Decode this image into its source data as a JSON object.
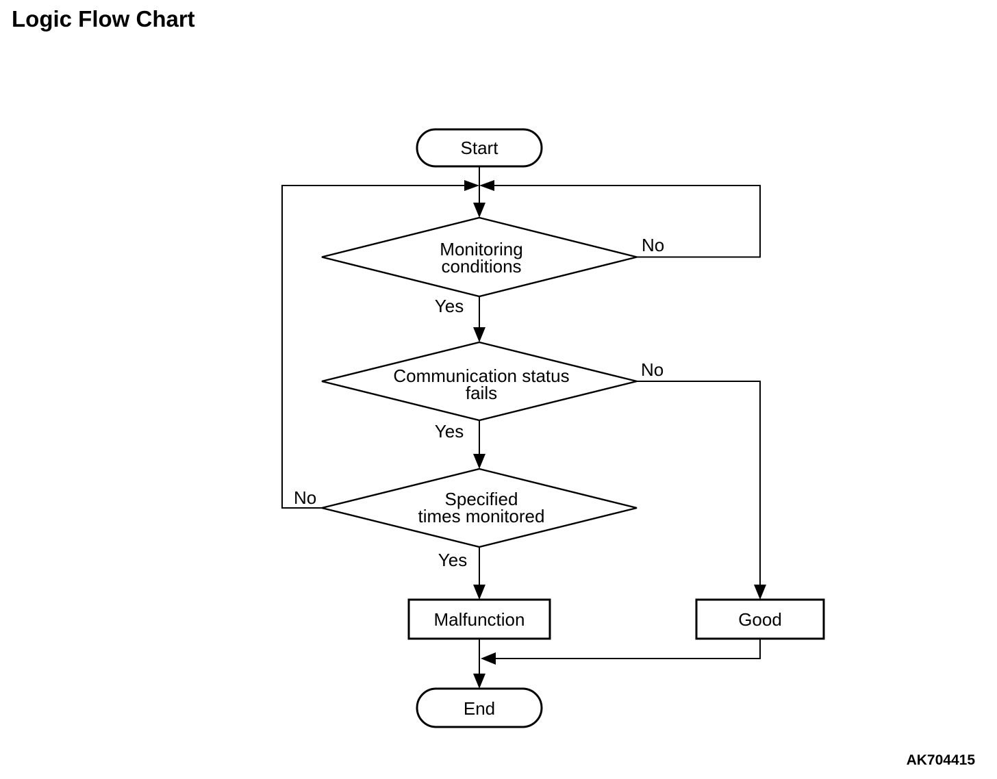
{
  "page": {
    "title": "Logic Flow Chart",
    "figure_code": "AK704415",
    "colors": {
      "ink": "#000000",
      "background": "#ffffff"
    }
  },
  "flowchart": {
    "start": {
      "label": "Start"
    },
    "decisions": {
      "monitoring": {
        "line1": "Monitoring",
        "line2": "conditions",
        "yes": "Yes",
        "no": "No"
      },
      "communication": {
        "line1": "Communication status",
        "line2": "fails",
        "yes": "Yes",
        "no": "No"
      },
      "specified": {
        "line1": "Specified",
        "line2": "times monitored",
        "yes": "Yes",
        "no": "No"
      }
    },
    "outcomes": {
      "malfunction": {
        "label": "Malfunction"
      },
      "good": {
        "label": "Good"
      }
    },
    "end": {
      "label": "End"
    }
  }
}
